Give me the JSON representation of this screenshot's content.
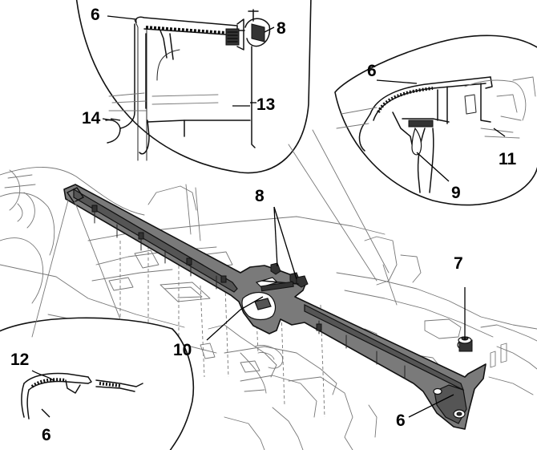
{
  "callouts": [
    {
      "key": "tl_6",
      "text": "6"
    },
    {
      "key": "tl_8",
      "text": "8"
    },
    {
      "key": "tl_13",
      "text": "13"
    },
    {
      "key": "tl_14",
      "text": "14"
    },
    {
      "key": "tr_6",
      "text": "6"
    },
    {
      "key": "tr_11",
      "text": "11"
    },
    {
      "key": "tr_9",
      "text": "9"
    },
    {
      "key": "mid_8",
      "text": "8"
    },
    {
      "key": "mid_7",
      "text": "7"
    },
    {
      "key": "mid_10",
      "text": "10"
    },
    {
      "key": "bl_12",
      "text": "12"
    },
    {
      "key": "bl_6",
      "text": "6"
    },
    {
      "key": "br_6",
      "text": "6"
    }
  ]
}
